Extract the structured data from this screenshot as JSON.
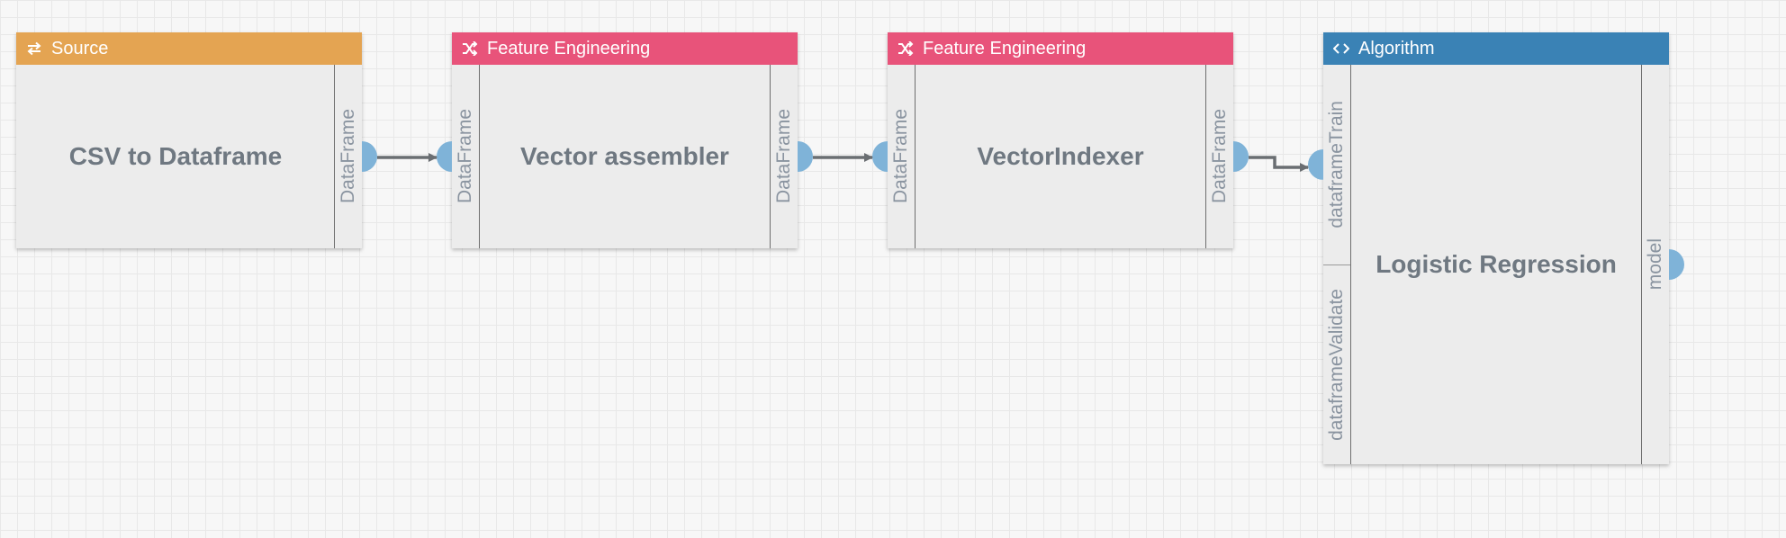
{
  "colors": {
    "source": "#e4a452",
    "feature_engineering": "#e8537a",
    "algorithm": "#3a82b5",
    "port": "#7fb3d8",
    "link": "#6a6e72"
  },
  "nodes": [
    {
      "category": "Source",
      "icon": "exchange-arrows-icon",
      "title": "CSV to Dataframe",
      "inputs": [],
      "outputs": [
        "DataFrame"
      ]
    },
    {
      "category": "Feature Engineering",
      "icon": "shuffle-icon",
      "title": "Vector assembler",
      "inputs": [
        "DataFrame"
      ],
      "outputs": [
        "DataFrame"
      ]
    },
    {
      "category": "Feature Engineering",
      "icon": "shuffle-icon",
      "title": "VectorIndexer",
      "inputs": [
        "DataFrame"
      ],
      "outputs": [
        "DataFrame"
      ]
    },
    {
      "category": "Algorithm",
      "icon": "code-brackets-icon",
      "title": "Logistic Regression",
      "inputs": [
        "dataframeTrain",
        "dataframeValidate"
      ],
      "outputs": [
        "model"
      ]
    }
  ]
}
